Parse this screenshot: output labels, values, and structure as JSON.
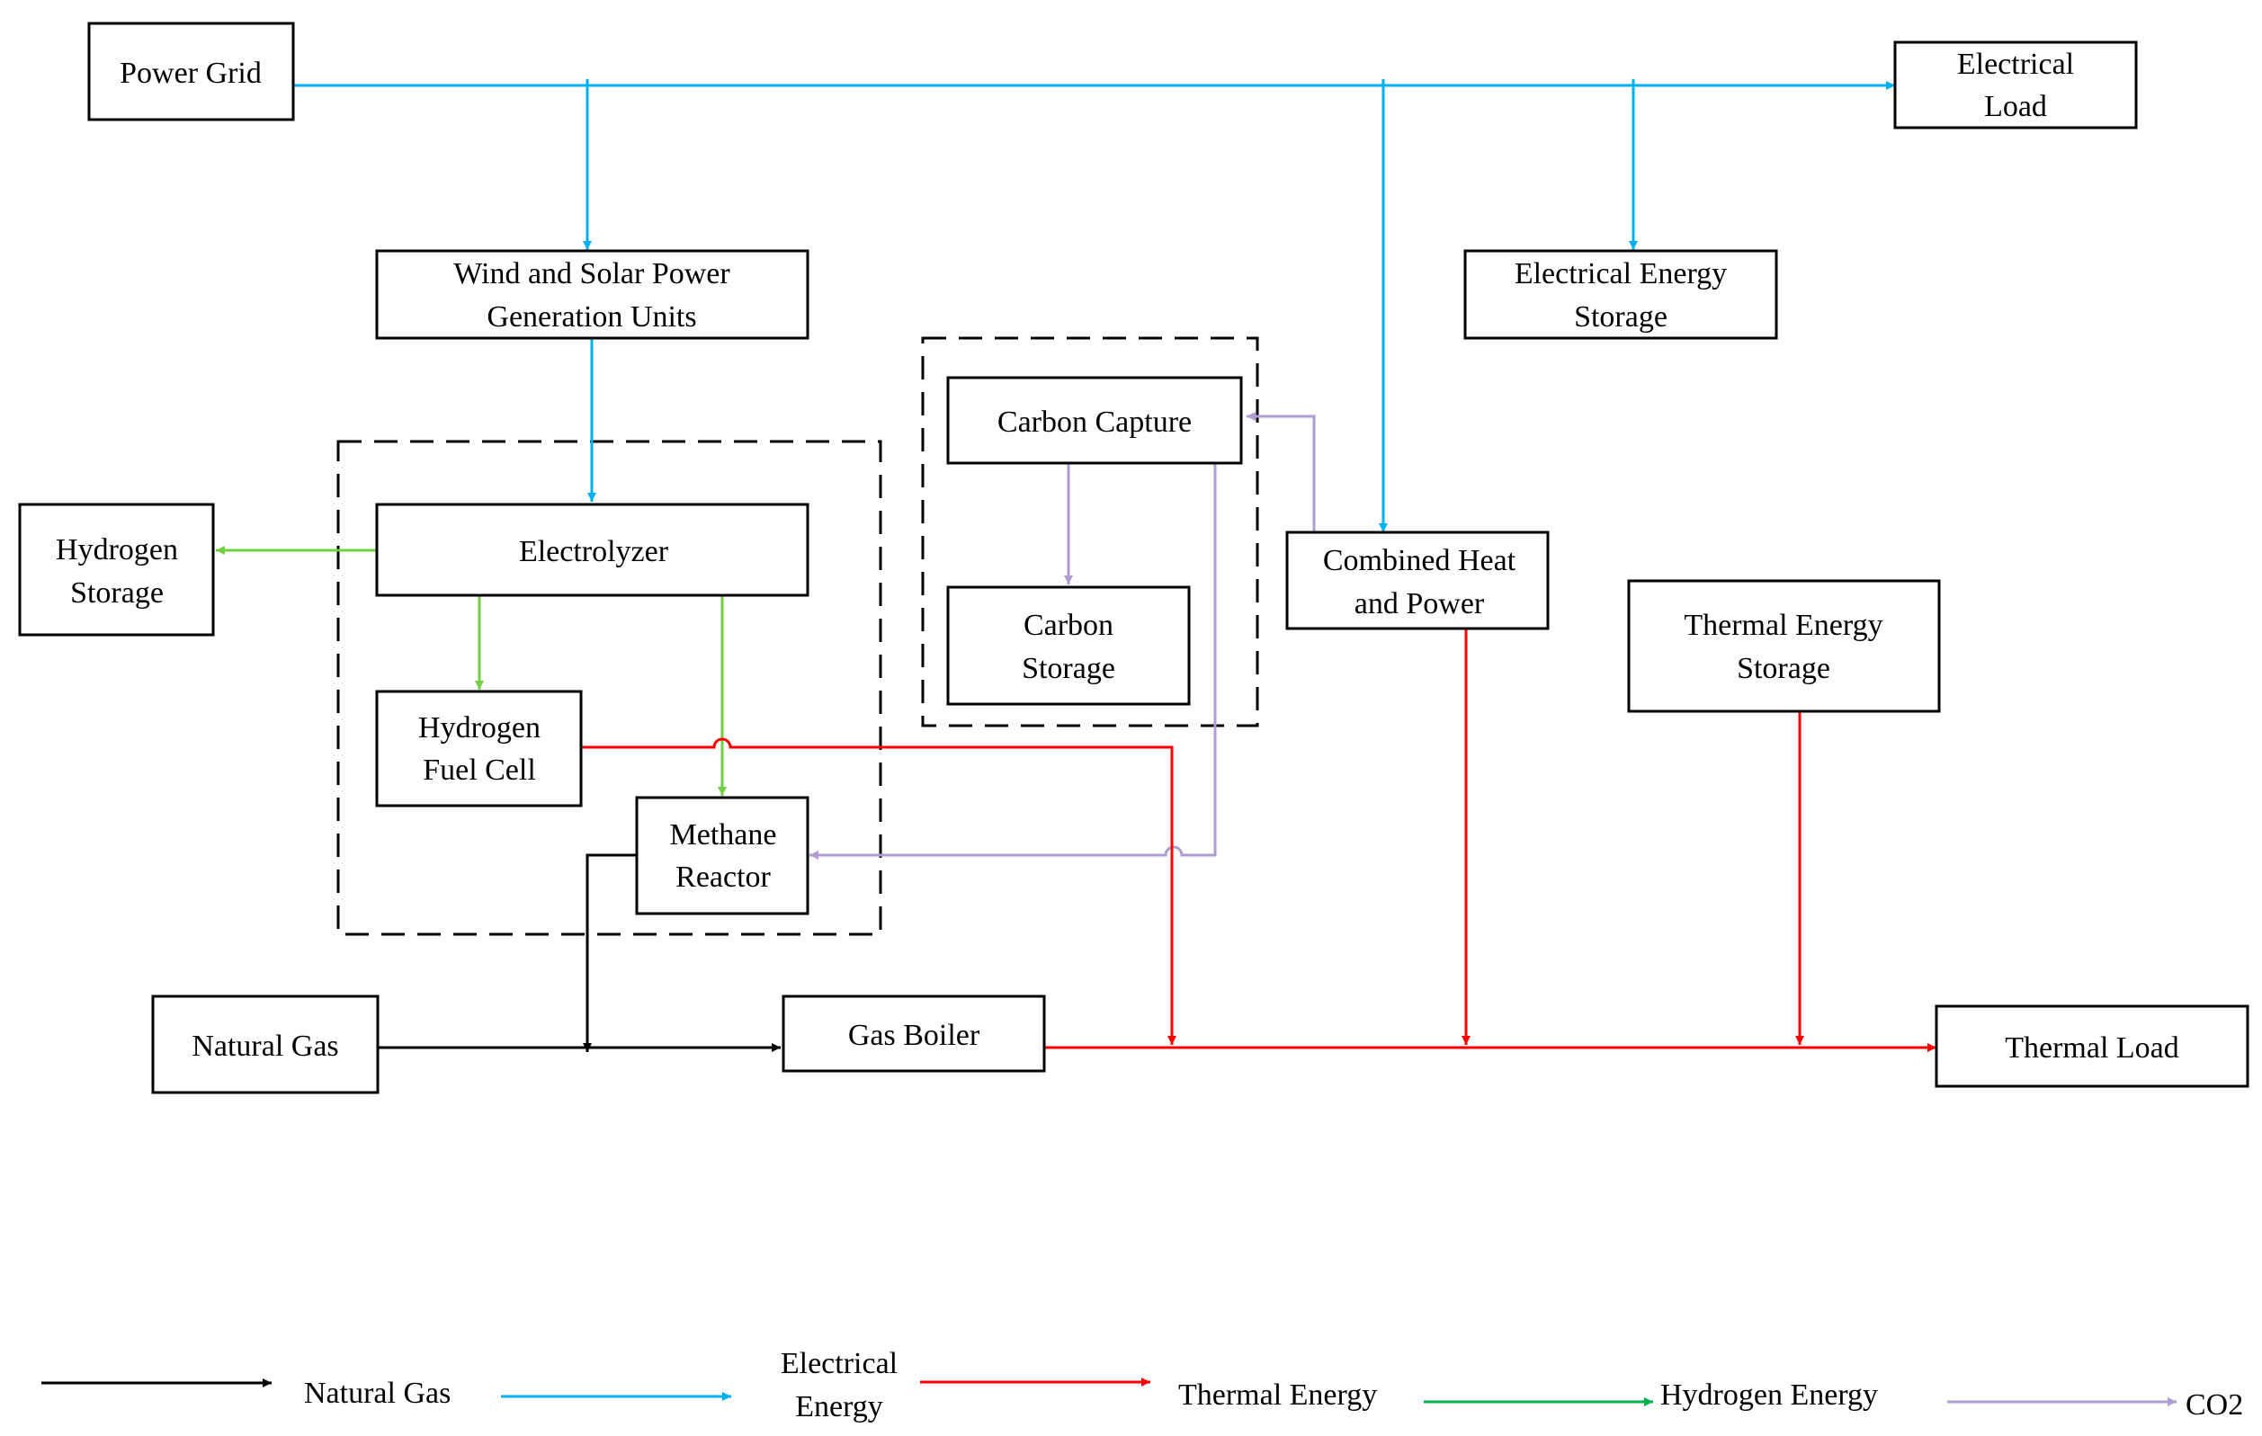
{
  "nodes": {
    "power_grid": "Power Grid",
    "electrical_load": [
      "Electrical",
      "Load"
    ],
    "wind_solar": [
      "Wind and Solar Power",
      "Generation Units"
    ],
    "electrical_storage": [
      "Electrical Energy",
      "Storage"
    ],
    "carbon_capture": "Carbon Capture",
    "carbon_storage": [
      "Carbon",
      "Storage"
    ],
    "chp": [
      "Combined Heat",
      "and Power"
    ],
    "thermal_storage": [
      "Thermal Energy",
      "Storage"
    ],
    "hydrogen_storage": [
      "Hydrogen",
      "Storage"
    ],
    "electrolyzer": "Electrolyzer",
    "fuel_cell": [
      "Hydrogen",
      "Fuel Cell"
    ],
    "methane_reactor": [
      "Methane",
      "Reactor"
    ],
    "natural_gas": "Natural Gas",
    "gas_boiler": "Gas Boiler",
    "thermal_load": "Thermal Load"
  },
  "legend": {
    "natural_gas": "Natural Gas",
    "electrical": [
      "Electrical",
      "Energy"
    ],
    "thermal": "Thermal Energy",
    "hydrogen": "Hydrogen Energy",
    "co2": "CO2"
  },
  "colors": {
    "natural_gas": "#000000",
    "electrical": "#00B0F0",
    "thermal": "#FF0000",
    "hydrogen": "#70D044",
    "hydrogen_legend": "#00B050",
    "co2": "#B09CD0"
  }
}
